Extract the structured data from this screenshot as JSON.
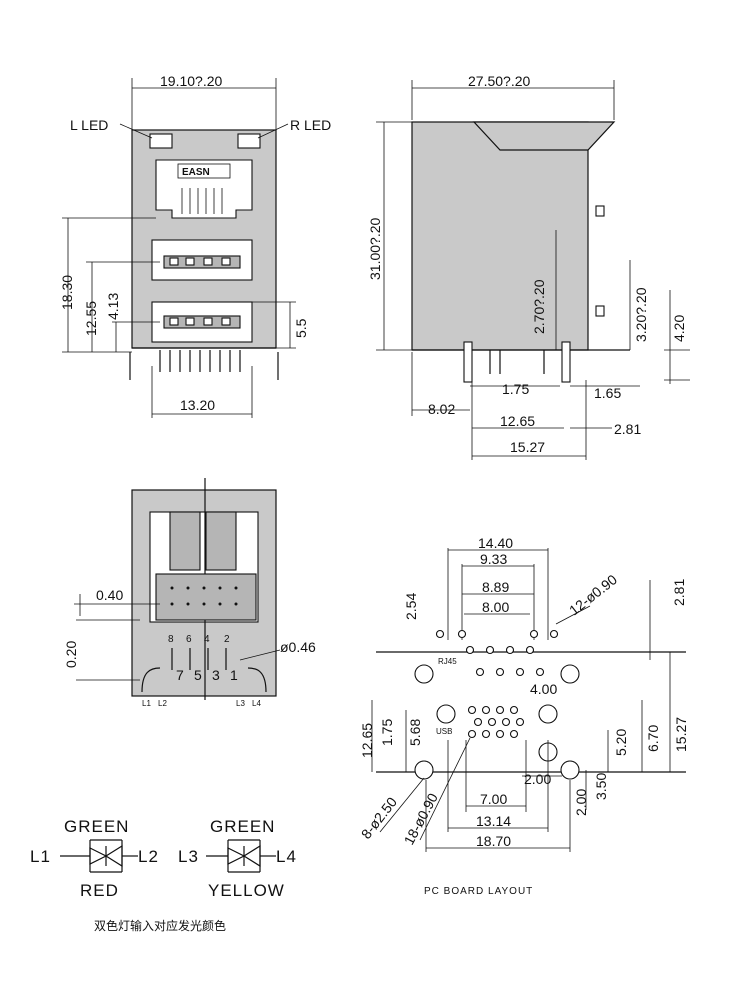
{
  "front_view": {
    "width_dim": "19.10?.20",
    "left_led_label": "L LED",
    "right_led_label": "R LED",
    "brand": "EASN",
    "height_dim_1": "18.30",
    "height_dim_2": "12.55",
    "height_dim_3": "4.13",
    "height_dim_4": "5.5",
    "bottom_dim": "13.20"
  },
  "side_view": {
    "width_dim": "27.50?.20",
    "height_dim": "31.00?.20",
    "dim_2_70": "2.70?.20",
    "dim_3_20": "3.20?.20",
    "dim_4_20": "4.20",
    "dim_1_75": "1.75",
    "dim_1_65": "1.65",
    "dim_8_02": "8.02",
    "dim_12_65": "12.65",
    "dim_2_81": "2.81",
    "dim_15_27": "15.27"
  },
  "bottom_view": {
    "dim_0_40": "0.40",
    "dim_0_20": "0.20",
    "pin_dia": "ø0.46",
    "pin_top": [
      "8",
      "6",
      "4",
      "2"
    ],
    "pin_bottom": [
      "7",
      "5",
      "3",
      "1"
    ],
    "led_pins": [
      "L1",
      "L2",
      "L3",
      "L4"
    ]
  },
  "pcb_layout": {
    "dim_14_40": "14.40",
    "dim_9_33": "9.33",
    "dim_8_89": "8.89",
    "dim_8_00": "8.00",
    "dim_2_54": "2.54",
    "hole_note": "12-ø0.90",
    "dim_2_81": "2.81",
    "rj45_label": "RJ45",
    "usb_label": "USB",
    "dim_4_00": "4.00",
    "dim_12_65": "12.65",
    "dim_1_75": "1.75",
    "dim_5_68": "5.68",
    "dim_5_20": "5.20",
    "dim_6_70": "6.70",
    "dim_15_27": "15.27",
    "dim_3_50": "3.50",
    "dim_2_00a": "2.00",
    "dim_2_00b": "2.00",
    "dim_7_00": "7.00",
    "dim_13_14": "13.14",
    "dim_18_70": "18.70",
    "note_8_dia": "8-ø2.50",
    "note_18_dia": "18-ø0.90",
    "caption": "PC BOARD LAYOUT"
  },
  "led_schematic": {
    "left_top": "GREEN",
    "left_bottom": "RED",
    "left_l": "L1",
    "left_r": "L2",
    "right_top": "GREEN",
    "right_bottom": "YELLOW",
    "right_l": "L3",
    "right_r": "L4",
    "chinese_note": "双色灯输入对应发光颜色"
  }
}
